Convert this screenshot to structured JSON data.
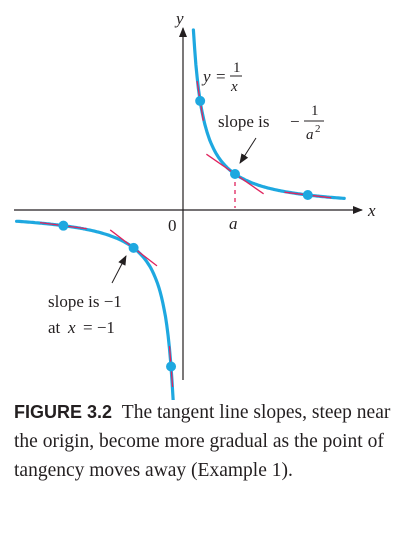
{
  "diagram": {
    "axis_x_label": "x",
    "axis_y_label": "y",
    "origin_label": "0",
    "a_label": "a",
    "curve_label": {
      "lhs": "y =",
      "numerator": "1",
      "denominator": "x"
    },
    "slope_label_a": {
      "text": "slope is",
      "sign": "−",
      "numerator": "1",
      "denominator": "a",
      "exponent": "2"
    },
    "slope_label_minus1": {
      "line1": "slope is −1",
      "line2_prefix": "at",
      "line2_var": "x",
      "line2_suffix": "= −1"
    },
    "colors": {
      "curve": "#1ea8e0",
      "tangent": "#e0245e",
      "point": "#1ea8e0",
      "axis": "#231f20",
      "text": "#231f20"
    }
  },
  "caption": {
    "label": "FIGURE 3.2",
    "text": "The tangent line slopes, steep near the origin, become more gradual as the point of tangency moves away (Example 1)."
  }
}
